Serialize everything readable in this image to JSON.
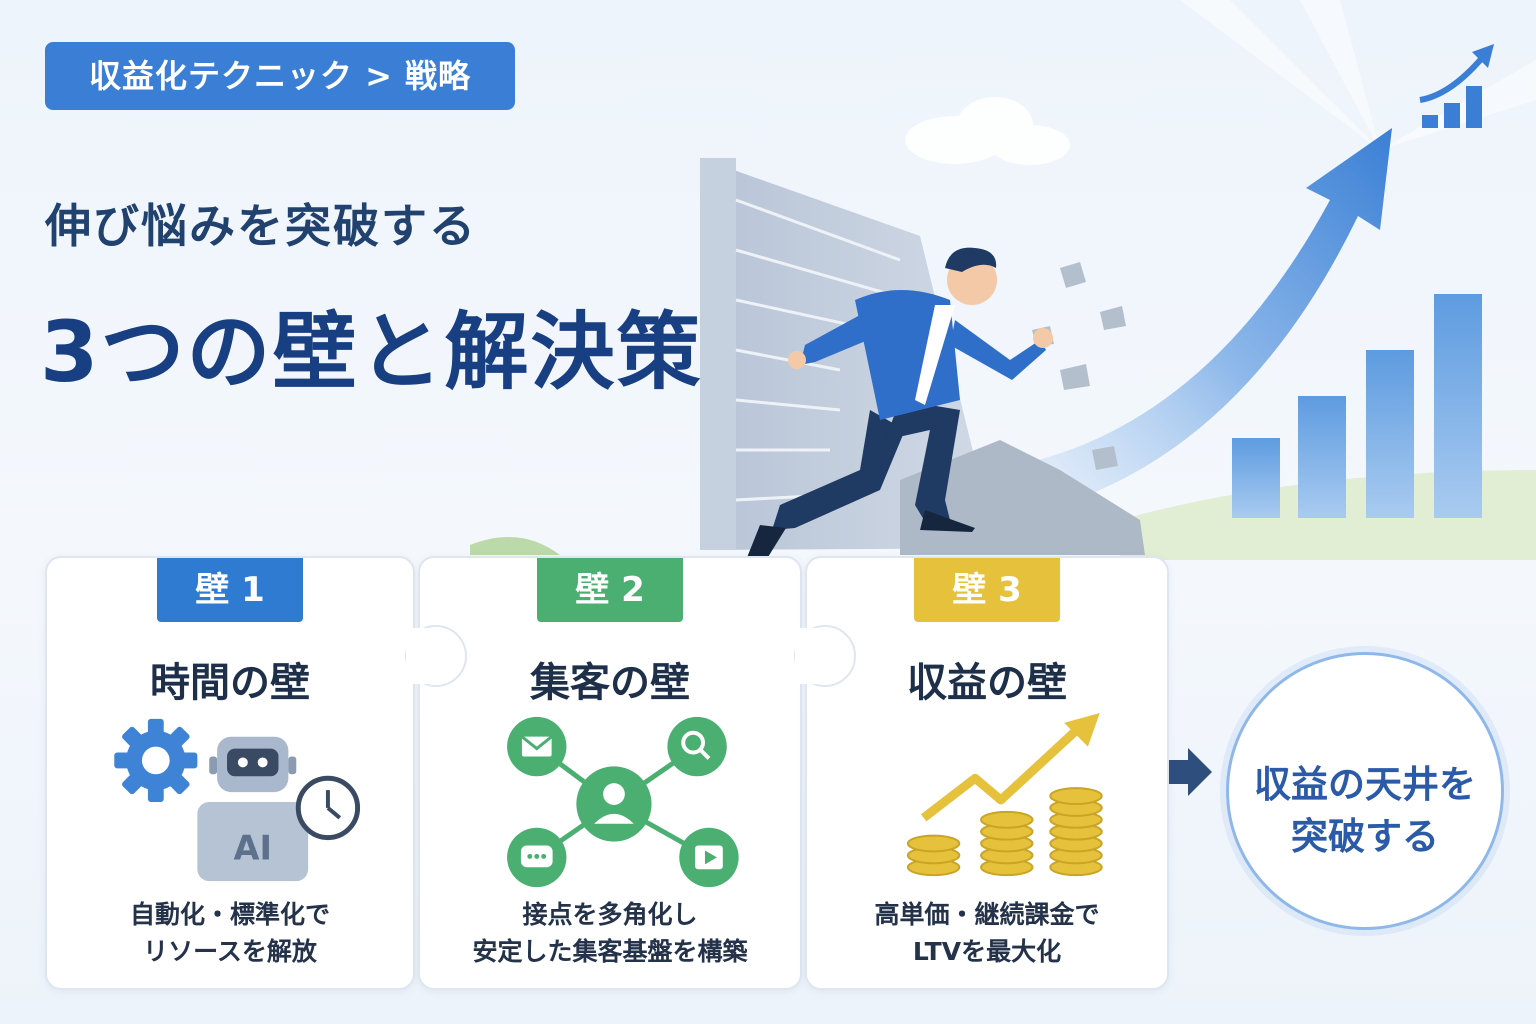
{
  "breadcrumb": "収益化テクニック > 戦略",
  "subtitle": "伸び悩みを突破する",
  "title": "3つの壁と解決策",
  "cards": [
    {
      "badge": "壁 1",
      "title": "時間の壁",
      "desc_line1": "自動化・標準化で",
      "desc_line2": "リソースを解放",
      "icon_label": "AI",
      "color": "#2f7bd1"
    },
    {
      "badge": "壁 2",
      "title": "集客の壁",
      "desc_line1": "接点を多角化し",
      "desc_line2": "安定した集客基盤を構築",
      "color": "#4caf72"
    },
    {
      "badge": "壁 3",
      "title": "収益の壁",
      "desc_line1": "高単価・継続課金で",
      "desc_line2": "LTVを最大化",
      "color": "#e6c13c"
    }
  ],
  "goal": {
    "line1": "収益の天井を",
    "line2": "突破する"
  },
  "colors": {
    "primary": "#3a7fd5",
    "navy": "#173f82",
    "green": "#4caf72",
    "yellow": "#e6c13c"
  }
}
